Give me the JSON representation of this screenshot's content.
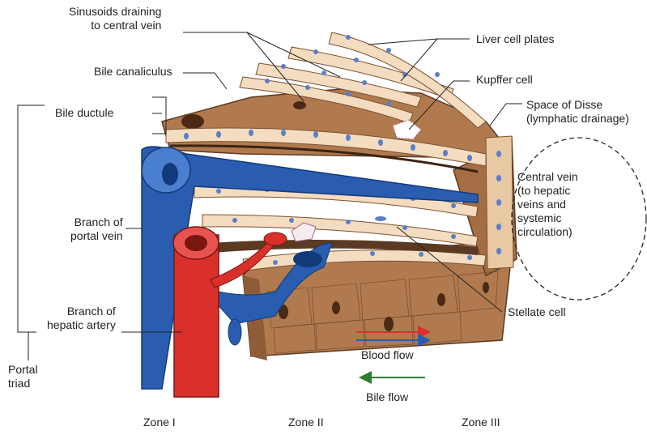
{
  "labels": {
    "sinusoids": "Sinusoids draining\nto central vein",
    "liver_cell_plates": "Liver cell plates",
    "bile_canaliculus": "Bile canaliculus",
    "kupffer_cell": "Kupffer cell",
    "bile_ductule": "Bile ductule",
    "space_of_disse": "Space of Disse\n(lymphatic drainage)",
    "central_vein": "Central vein\n(to hepatic\nveins and\nsystemic\ncirculation)",
    "branch_portal_vein": "Branch of\nportal vein",
    "branch_hepatic_artery": "Branch of\nhepatic artery",
    "stellate_cell": "Stellate cell",
    "portal_triad": "Portal\ntriad",
    "blood_flow": "Blood flow",
    "bile_flow": "Bile flow"
  },
  "zones": [
    "Zone I",
    "Zone II",
    "Zone III"
  ],
  "colors": {
    "artery_red": "#d9302c",
    "portal_blue": "#2a5db0",
    "bile_green": "#2e7d32",
    "tissue_brown": "#b07a4e",
    "hepatocyte_cream": "#f3dcc0",
    "nucleus_blue": "#5b7fc9"
  }
}
